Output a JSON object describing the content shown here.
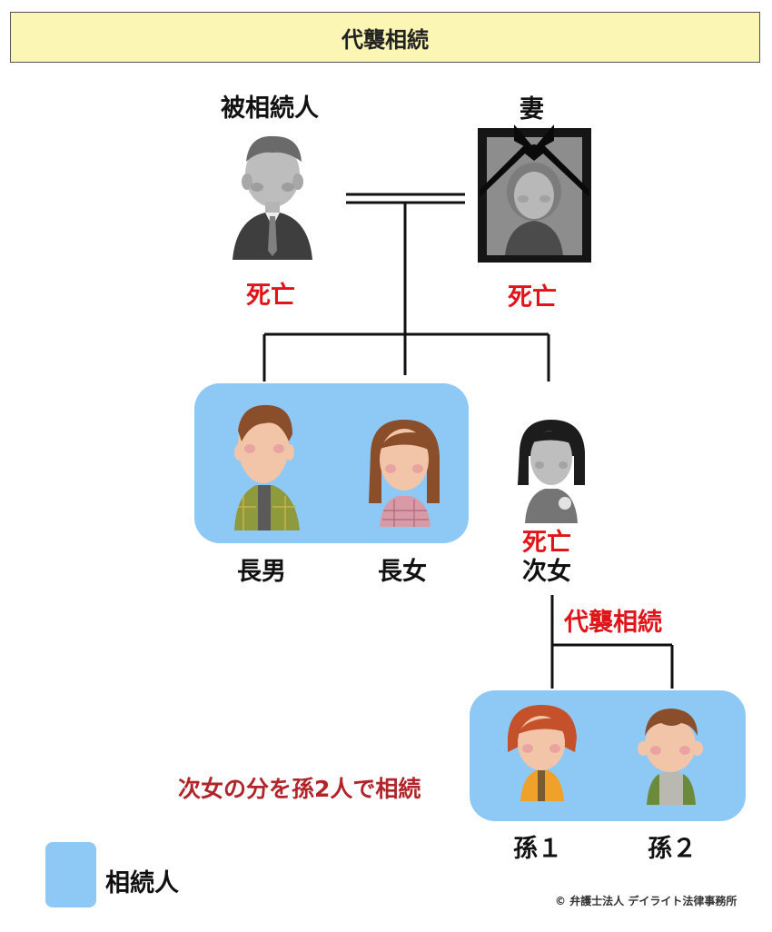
{
  "title": "代襲相続",
  "deceased": {
    "label": "被相続人",
    "status": "死亡"
  },
  "wife": {
    "label": "妻",
    "status": "死亡"
  },
  "children": {
    "eldest_son": "長男",
    "eldest_daughter": "長女",
    "second_daughter": "次女",
    "second_daughter_status": "死亡"
  },
  "representation_label": "代襲相続",
  "grandchildren": {
    "g1": "孫１",
    "g2": "孫２"
  },
  "note": "次女の分を孫2人で相続",
  "legend": {
    "label": "相続人",
    "color": "#8ec9f5"
  },
  "copyright": "© 弁護士法人 デイライト法律事務所"
}
